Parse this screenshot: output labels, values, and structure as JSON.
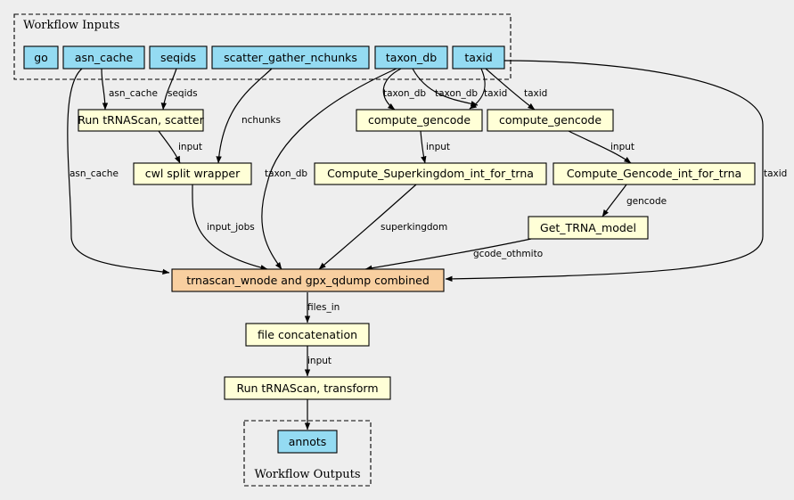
{
  "colors": {
    "background": "#eeeeee",
    "input_node": "#94dbf2",
    "step_node": "#ffffd7",
    "combined_node": "#f8cfa0",
    "output_node": "#94dbf2"
  },
  "clusters": {
    "inputs_title": "Workflow Inputs",
    "outputs_title": "Workflow Outputs"
  },
  "nodes": {
    "go": "go",
    "asn_cache": "asn_cache",
    "seqids": "seqids",
    "scatter_gather_nchunks": "scatter_gather_nchunks",
    "taxon_db": "taxon_db",
    "taxid": "taxid",
    "run_trnascan_scatter": "Run tRNAScan, scatter",
    "cwl_split_wrapper": "cwl split wrapper",
    "compute_gencode_1": "compute_gencode",
    "compute_gencode_2": "compute_gencode",
    "compute_superkingdom": "Compute_Superkingdom_int_for_trna",
    "compute_gencode_int": "Compute_Gencode_int_for_trna",
    "get_trna_model": "Get_TRNA_model",
    "combined": "trnascan_wnode and gpx_qdump combined",
    "file_concatenation": "file concatenation",
    "run_trnascan_transform": "Run tRNAScan, transform",
    "annots": "annots"
  },
  "edge_labels": {
    "asn_cache_to_scatter": "asn_cache",
    "seqids_to_scatter": "seqids",
    "nchunks_to_split": "nchunks",
    "scatter_to_split": "input",
    "asn_cache_to_combined": "asn_cache",
    "taxon_db_to_combined": "taxon_db",
    "taxon_db_to_gencode1": "taxon_db",
    "taxon_db_to_gencode2": "taxon_db",
    "taxid_to_gencode1": "taxid",
    "taxid_to_gencode2": "taxid",
    "gencode1_to_superkingdom": "input",
    "gencode2_to_gencode_int": "input",
    "gencode_int_to_trna_model": "gencode",
    "split_to_combined": "input_jobs",
    "superkingdom_to_combined": "superkingdom",
    "trna_model_to_combined": "gcode_othmito",
    "taxid_to_combined": "taxid",
    "combined_to_concat": "files_in",
    "concat_to_transform": "input"
  }
}
